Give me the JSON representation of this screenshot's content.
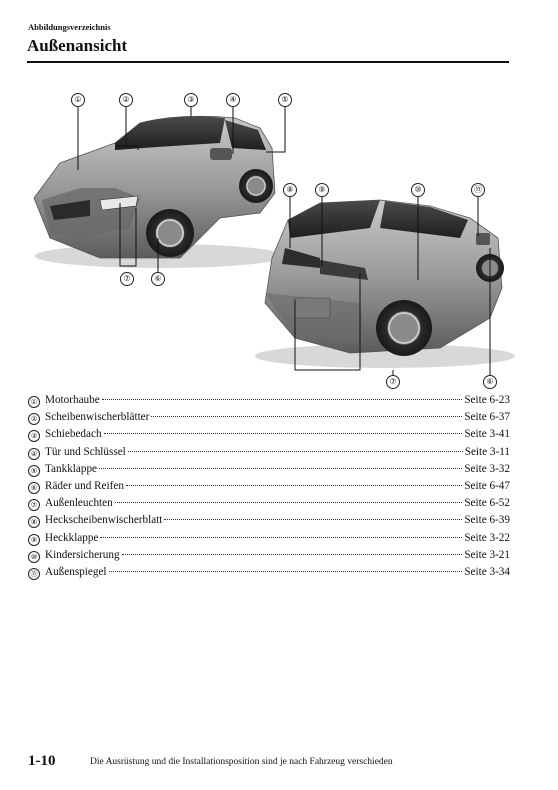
{
  "header": {
    "section": "Abbildungsverzeichnis",
    "title": "Außenansicht"
  },
  "figure": {
    "callouts": [
      "①",
      "②",
      "③",
      "④",
      "⑤",
      "⑦",
      "⑥",
      "⑧",
      "⑨",
      "⑩",
      "⑪",
      "⑦",
      "⑥"
    ]
  },
  "items": [
    {
      "num": "①",
      "label": "Motorhaube",
      "page": "Seite 6-23"
    },
    {
      "num": "②",
      "label": "Scheibenwischerblätter",
      "page": "Seite 6-37"
    },
    {
      "num": "③",
      "label": "Schiebedach",
      "page": "Seite 3-41"
    },
    {
      "num": "④",
      "label": "Tür und Schlüssel",
      "page": "Seite 3-11"
    },
    {
      "num": "⑤",
      "label": "Tankklappe",
      "page": "Seite 3-32"
    },
    {
      "num": "⑥",
      "label": "Räder und Reifen",
      "page": "Seite 6-47"
    },
    {
      "num": "⑦",
      "label": "Außenleuchten",
      "page": "Seite 6-52"
    },
    {
      "num": "⑧",
      "label": "Heckscheibenwischerblatt",
      "page": "Seite 6-39"
    },
    {
      "num": "⑨",
      "label": "Heckklappe",
      "page": "Seite 3-22"
    },
    {
      "num": "⑩",
      "label": "Kindersicherung",
      "page": "Seite 3-21"
    },
    {
      "num": "⑪",
      "label": "Außenspiegel",
      "page": "Seite 3-34"
    }
  ],
  "footer": {
    "page_number": "1-10",
    "note": "Die Ausrüstung und die Installationsposition sind je nach Fahrzeug verschieden"
  }
}
